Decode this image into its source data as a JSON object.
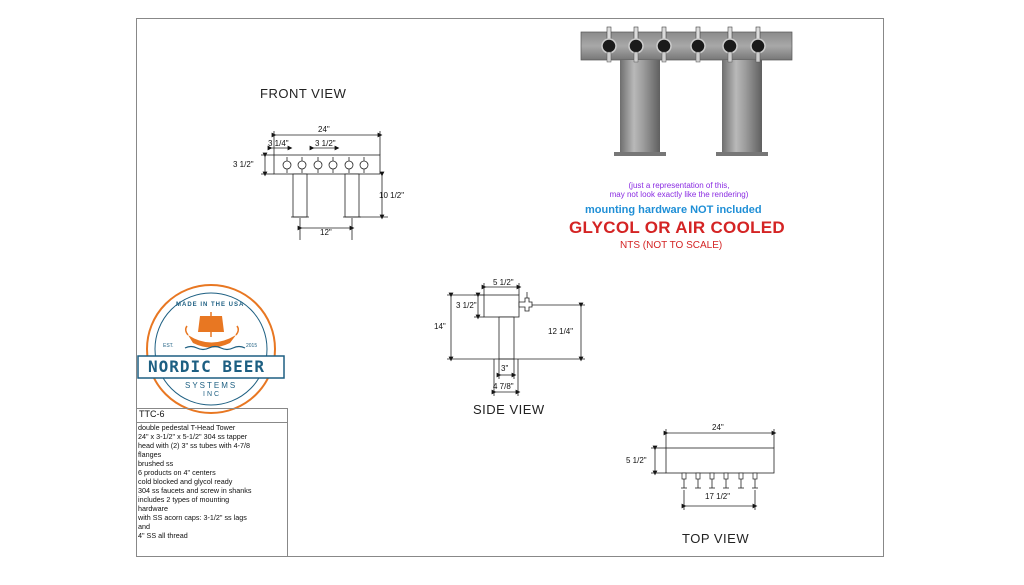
{
  "views": {
    "front": "FRONT VIEW",
    "side": "SIDE VIEW",
    "top": "TOP VIEW"
  },
  "front_dims": {
    "width": "24\"",
    "spacing_first": "3 1/4\"",
    "spacing": "3 1/2\"",
    "head_height": "3 1/2\"",
    "tube_height": "10 1/2\"",
    "tube_centers": "12\""
  },
  "side_dims": {
    "depth": "5 1/2\"",
    "head_height": "3 1/2\"",
    "total_height": "14\"",
    "tube_height": "12 1/4\"",
    "tube_diameter": "3\"",
    "flange": "4 7/8\""
  },
  "top_dims": {
    "width": "24\"",
    "depth": "5 1/2\"",
    "faucet_span": "17 1/2\""
  },
  "notes": {
    "disclaimer_1": "(just a representation of this,",
    "disclaimer_2": "may not look exactly like the rendering)",
    "mounting": "mounting hardware NOT included",
    "cooling": "GLYCOL OR AIR COOLED",
    "scale": "NTS (NOT TO SCALE)"
  },
  "logo": {
    "arc_top": "MADE IN THE USA",
    "est_left": "EST.",
    "est_right": "2015",
    "name": "NORDIC BEER",
    "sub1": "SYSTEMS",
    "sub2": "INC"
  },
  "specs": {
    "code": "TTC-6",
    "lines": [
      "double pedestal T-Head Tower",
      "24\" x 3-1/2\" x 5-1/2\" 304 ss tapper",
      "head with (2) 3\" ss tubes with 4-7/8",
      "flanges",
      "brushed ss",
      "6 products on 4\" centers",
      "cold blocked and glycol ready",
      "304 ss faucets and screw in shanks",
      "includes 2 types of mounting",
      "hardware",
      "with SS acorn caps: 3-1/2\" ss lags",
      "and",
      "4\" SS all thread"
    ]
  },
  "colors": {
    "disclaimer": "#8a2be2",
    "mounting": "#1f8fd6",
    "warning": "#d42424",
    "logo_blue": "#1d5f82",
    "logo_orange": "#e87722"
  }
}
